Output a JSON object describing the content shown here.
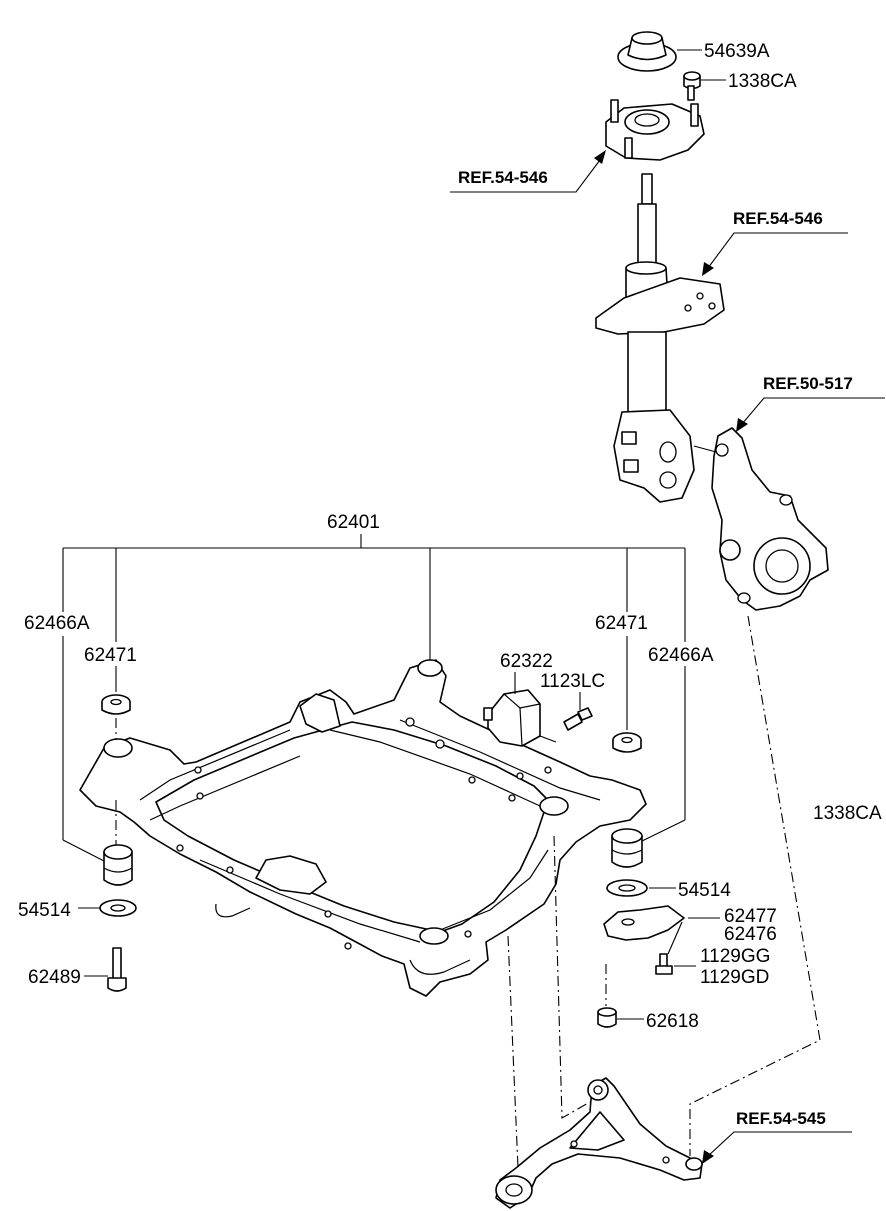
{
  "labels": {
    "l_54639A": "54639A",
    "l_1338CA_top": "1338CA",
    "l_ref_54546_a": "REF.54-546",
    "l_ref_54546_b": "REF.54-546",
    "l_ref_50517": "REF.50-517",
    "l_62401": "62401",
    "l_62466A_left": "62466A",
    "l_62471_left": "62471",
    "l_62471_right": "62471",
    "l_62466A_right": "62466A",
    "l_62322": "62322",
    "l_1123LC": "1123LC",
    "l_1338CA_right": "1338CA",
    "l_54514_right": "54514",
    "l_54514_left": "54514",
    "l_62477": "62477",
    "l_62476": "62476",
    "l_1129GG": "1129GG",
    "l_1129GD": "1129GD",
    "l_62489": "62489",
    "l_62618": "62618",
    "l_ref_54545": "REF.54-545"
  }
}
